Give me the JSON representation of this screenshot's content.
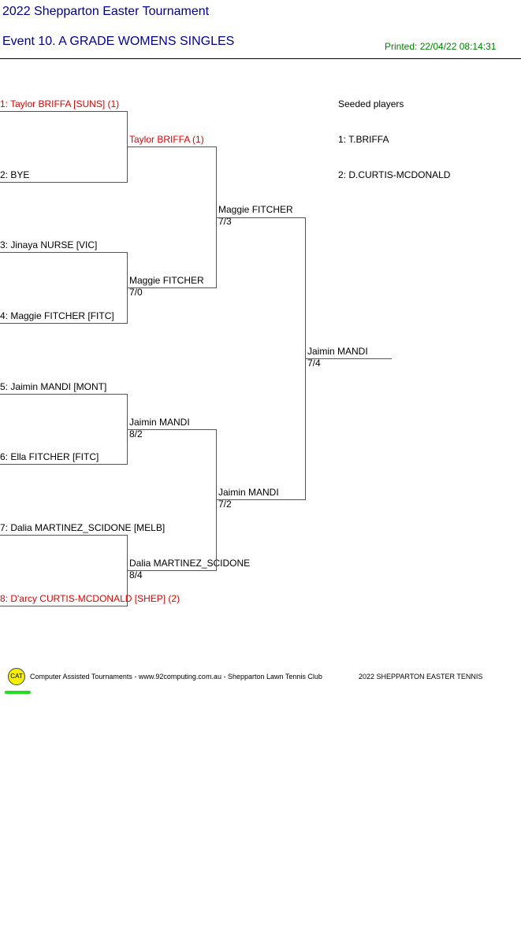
{
  "header": {
    "tournament": "2022 Shepparton Easter Tournament",
    "event": "Event 10. A GRADE WOMENS SINGLES",
    "printed": "Printed: 22/04/22 08:14:31"
  },
  "seeds": {
    "title": "Seeded players",
    "list": [
      "1: T.BRIFFA",
      "2: D.CURTIS-MCDONALD"
    ]
  },
  "draw": {
    "round1": [
      "1: Taylor BRIFFA [SUNS] (1)",
      "2: BYE",
      "3: Jinaya NURSE [VIC]",
      "4: Maggie FITCHER [FITC]",
      "5: Jaimin MANDI [MONT]",
      "6: Ella FITCHER [FITC]",
      "7: Dalia MARTINEZ_SCIDONE [MELB]",
      "8: D'arcy CURTIS-MCDONALD [SHEP] (2)"
    ],
    "round2": [
      {
        "name": "Taylor BRIFFA (1)",
        "score": ""
      },
      {
        "name": "Maggie FITCHER",
        "score": "7/0"
      },
      {
        "name": "Jaimin MANDI",
        "score": "8/2"
      },
      {
        "name": "Dalia MARTINEZ_SCIDONE",
        "score": "8/4"
      }
    ],
    "semis": [
      {
        "name": "Maggie FITCHER",
        "score": "7/3"
      },
      {
        "name": "Jaimin MANDI",
        "score": "7/2"
      }
    ],
    "final": {
      "name": "Jaimin MANDI",
      "score": "7/4"
    }
  },
  "footer": {
    "logo_text": "CAT",
    "credits": "Computer Assisted Tournaments - www.92computing.com.au -  Shepparton Lawn Tennis Club",
    "event_name": "2022 SHEPPARTON EASTER TENNIS"
  },
  "colors": {
    "title": "#00008b",
    "printed": "#008000",
    "seeded_player": "#e00000",
    "logo_fill": "#f5f000",
    "logo_underline": "#22dd22"
  }
}
